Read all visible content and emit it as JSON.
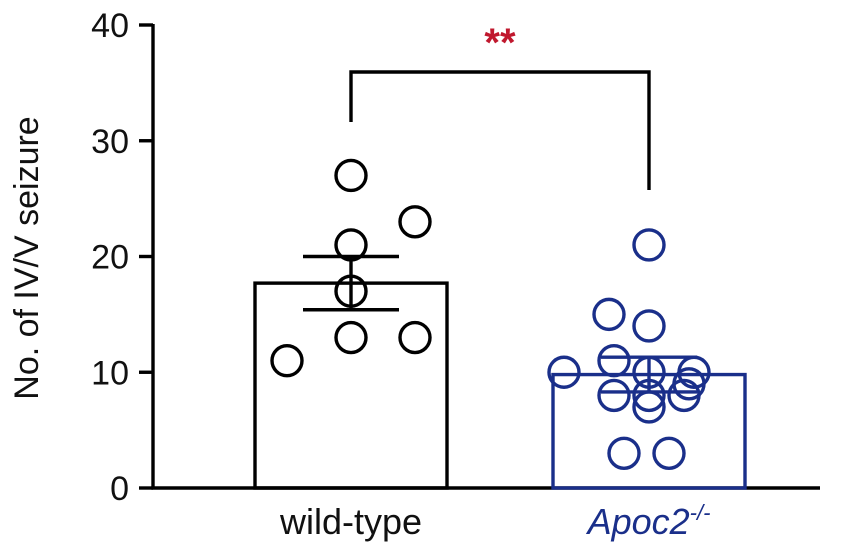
{
  "chart_data": {
    "type": "bar",
    "ylabel": "No. of IV/V seizure",
    "ylim": [
      0,
      40
    ],
    "yticks": [
      "0",
      "10",
      "20",
      "30",
      "40"
    ],
    "categories": [
      "wild-type",
      "Apoc2"
    ],
    "category_superscripts": [
      "",
      "-/-"
    ],
    "values": [
      17.7,
      9.8
    ],
    "sem": [
      2.3,
      1.5
    ],
    "colors": [
      "#000000",
      "#1a2f8a"
    ],
    "points": [
      [
        27,
        23,
        21,
        17,
        13,
        13,
        11
      ],
      [
        21,
        15,
        14,
        11,
        10,
        10,
        10,
        9,
        8,
        8,
        8,
        7,
        3,
        3
      ]
    ],
    "significance": {
      "label": "**",
      "color": "#c0182e"
    }
  }
}
